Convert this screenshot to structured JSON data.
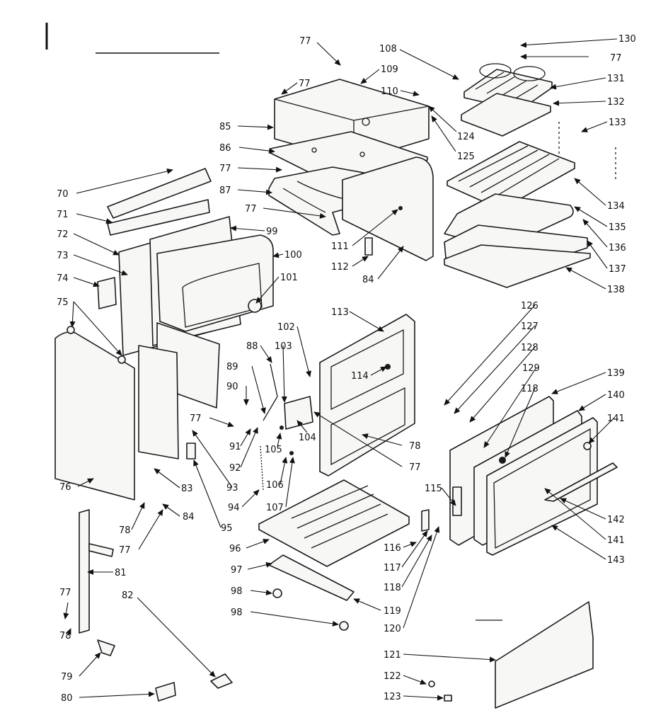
{
  "diagram": {
    "labels": [
      {
        "id": "l130",
        "text": "130"
      },
      {
        "id": "l77a",
        "text": "77"
      },
      {
        "id": "l77b",
        "text": "77"
      },
      {
        "id": "l108",
        "text": "108"
      },
      {
        "id": "l109",
        "text": "109"
      },
      {
        "id": "l77c",
        "text": "77"
      },
      {
        "id": "l131",
        "text": "131"
      },
      {
        "id": "l110",
        "text": "110"
      },
      {
        "id": "l132",
        "text": "132"
      },
      {
        "id": "l85",
        "text": "85"
      },
      {
        "id": "l124",
        "text": "124"
      },
      {
        "id": "l133",
        "text": "133"
      },
      {
        "id": "l86",
        "text": "86"
      },
      {
        "id": "l125",
        "text": "125"
      },
      {
        "id": "l77d",
        "text": "77"
      },
      {
        "id": "l70",
        "text": "70"
      },
      {
        "id": "l87",
        "text": "87"
      },
      {
        "id": "l134",
        "text": "134"
      },
      {
        "id": "l77e",
        "text": "77"
      },
      {
        "id": "l71",
        "text": "71"
      },
      {
        "id": "l135",
        "text": "135"
      },
      {
        "id": "l72",
        "text": "72"
      },
      {
        "id": "l99",
        "text": "99"
      },
      {
        "id": "l136",
        "text": "136"
      },
      {
        "id": "l111",
        "text": "111"
      },
      {
        "id": "l73",
        "text": "73"
      },
      {
        "id": "l100",
        "text": "100"
      },
      {
        "id": "l112",
        "text": "112"
      },
      {
        "id": "l137",
        "text": "137"
      },
      {
        "id": "l74",
        "text": "74"
      },
      {
        "id": "l101",
        "text": "101"
      },
      {
        "id": "l84a",
        "text": "84"
      },
      {
        "id": "l138",
        "text": "138"
      },
      {
        "id": "l75",
        "text": "75"
      },
      {
        "id": "l126",
        "text": "126"
      },
      {
        "id": "l113",
        "text": "113"
      },
      {
        "id": "l102",
        "text": "102"
      },
      {
        "id": "l127",
        "text": "127"
      },
      {
        "id": "l88",
        "text": "88"
      },
      {
        "id": "l103",
        "text": "103"
      },
      {
        "id": "l128",
        "text": "128"
      },
      {
        "id": "l89",
        "text": "89"
      },
      {
        "id": "l114",
        "text": "114"
      },
      {
        "id": "l129",
        "text": "129"
      },
      {
        "id": "l139",
        "text": "139"
      },
      {
        "id": "l90",
        "text": "90"
      },
      {
        "id": "l118a",
        "text": "118"
      },
      {
        "id": "l140",
        "text": "140"
      },
      {
        "id": "l77f",
        "text": "77"
      },
      {
        "id": "l141a",
        "text": "141"
      },
      {
        "id": "l104",
        "text": "104"
      },
      {
        "id": "l78a",
        "text": "78"
      },
      {
        "id": "l91",
        "text": "91"
      },
      {
        "id": "l105",
        "text": "105"
      },
      {
        "id": "l92",
        "text": "92"
      },
      {
        "id": "l77g",
        "text": "77"
      },
      {
        "id": "l76",
        "text": "76"
      },
      {
        "id": "l83",
        "text": "83"
      },
      {
        "id": "l93",
        "text": "93"
      },
      {
        "id": "l106",
        "text": "106"
      },
      {
        "id": "l115",
        "text": "115"
      },
      {
        "id": "l142",
        "text": "142"
      },
      {
        "id": "l84b",
        "text": "84"
      },
      {
        "id": "l94",
        "text": "94"
      },
      {
        "id": "l107",
        "text": "107"
      },
      {
        "id": "l78b",
        "text": "78"
      },
      {
        "id": "l95",
        "text": "95"
      },
      {
        "id": "l141b",
        "text": "141"
      },
      {
        "id": "l77h",
        "text": "77"
      },
      {
        "id": "l96",
        "text": "96"
      },
      {
        "id": "l116",
        "text": "116"
      },
      {
        "id": "l143",
        "text": "143"
      },
      {
        "id": "l81",
        "text": "81"
      },
      {
        "id": "l97",
        "text": "97"
      },
      {
        "id": "l117",
        "text": "117"
      },
      {
        "id": "l77i",
        "text": "77"
      },
      {
        "id": "l82",
        "text": "82"
      },
      {
        "id": "l98a",
        "text": "98"
      },
      {
        "id": "l118b",
        "text": "118"
      },
      {
        "id": "l119",
        "text": "119"
      },
      {
        "id": "l98b",
        "text": "98"
      },
      {
        "id": "l78c",
        "text": "78"
      },
      {
        "id": "l120",
        "text": "120"
      },
      {
        "id": "l79",
        "text": "79"
      },
      {
        "id": "l121",
        "text": "121"
      },
      {
        "id": "l122",
        "text": "122"
      },
      {
        "id": "l80",
        "text": "80"
      },
      {
        "id": "l123",
        "text": "123"
      }
    ]
  }
}
